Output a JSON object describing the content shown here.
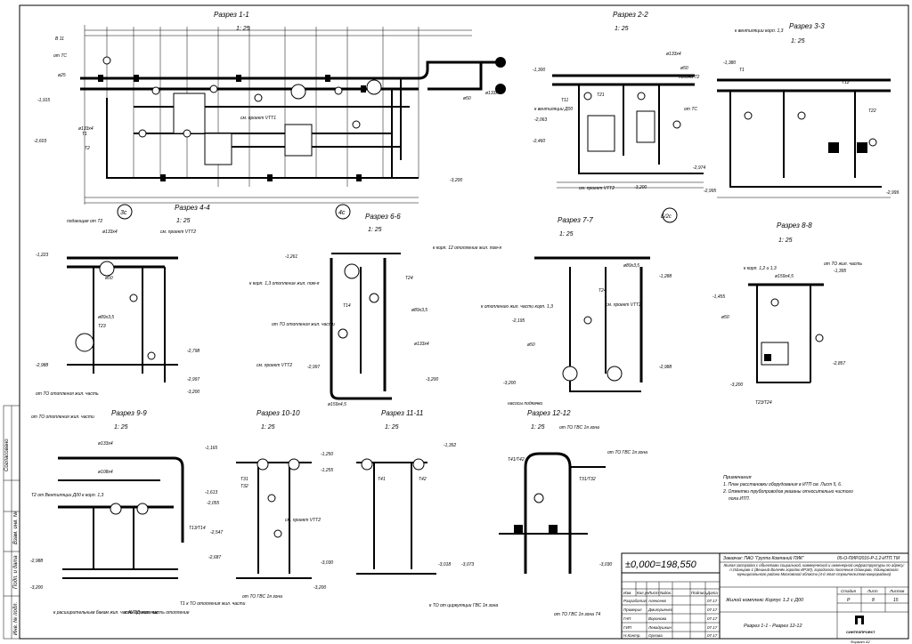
{
  "sections": {
    "s11": {
      "title": "Разрез 1-1",
      "scale": "1: 25"
    },
    "s22": {
      "title": "Разрез 2-2",
      "scale": "1: 25"
    },
    "s33": {
      "title": "Разрез 3-3",
      "scale": "1: 25"
    },
    "s44": {
      "title": "Разрез 4-4",
      "scale": "1: 25"
    },
    "s66": {
      "title": "Разрез 6-6",
      "scale": "1: 25"
    },
    "s77": {
      "title": "Разрез 7-7",
      "scale": "1: 25"
    },
    "s88": {
      "title": "Разрез 8-8",
      "scale": "1: 25"
    },
    "s99": {
      "title": "Разрез 9-9",
      "scale": "1: 25"
    },
    "s1010": {
      "title": "Разрез 10-10",
      "scale": "1: 25"
    },
    "s1111": {
      "title": "Разрез 11-11",
      "scale": "1: 25"
    },
    "s1212": {
      "title": "Разрез 12-12",
      "scale": "1: 25"
    }
  },
  "levels": {
    "s11_a": "-1,915",
    "s11_b": "-2,603",
    "s11_c": "-3,200",
    "s22_a": "-1,300",
    "s22_b": "-2,063",
    "s22_c": "-2,460",
    "s22_d": "-3,200",
    "s22_e": "-2,974",
    "s22_f": "-2,995",
    "s33_a": "-1,380",
    "s33_b": "-2,999",
    "s44_a": "-1,223",
    "s44_b": "-2,798",
    "s44_c": "-2,988",
    "s44_d": "-2,997",
    "s44_e": "-3,200",
    "s66_a": "-1,261",
    "s66_b": "-2,997",
    "s66_c": "-3,200",
    "s77_a": "-1,288",
    "s77_b": "-2,195",
    "s77_c": "-2,988",
    "s77_d": "-3,200",
    "s88_a": "-1,395",
    "s88_b": "-1,455",
    "s88_c": "-2,857",
    "s88_d": "-3,200",
    "s99_a": "-1,165",
    "s99_b": "-1,613",
    "s99_c": "-2,055",
    "s99_d": "-2,547",
    "s99_e": "-2,687",
    "s99_f": "-2,988",
    "s99_g": "-3,200",
    "s1010_a": "-1,250",
    "s1010_b": "-1,255",
    "s1010_c": "-3,030",
    "s1010_d": "-3,200",
    "s1111_a": "-1,352",
    "s1111_b": "-3,018",
    "s1111_c": "-3,073",
    "s1212_a": "-3,030"
  },
  "labels": {
    "s11_pipe1": "ø133x4",
    "s11_pipe2": "ø25",
    "s11_t1": "T1",
    "s11_t2": "T2",
    "s11_from": "от ТС",
    "s11_vtt": "см. проект VTT1",
    "s11_d50": "ø50",
    "s11_d133": "ø133x4",
    "s11_axis_a": "3с",
    "s11_axis_b": "4с",
    "s11_b11": "В 11",
    "s22_vent": "к вентиляции Д00",
    "s22_ot": "от ТС",
    "s22_vtt": "см. проект VTT2",
    "s22_axis": "Б/2с",
    "s22_t21": "Т21",
    "s22_t11": "Т11",
    "s22_d133": "ø133x4",
    "s22_d50": "ø50",
    "s22_podachа": "подача Т2",
    "s33_vent": "к вентиляции корп. 1,3",
    "s33_t1": "Т1",
    "s33_t12": "Т12",
    "s33_t22": "Т22",
    "s44_pod": "подающая от Т2",
    "s44_vtt": "см. проект VTT2",
    "s44_ot": "от ТО отопления жил. часть",
    "s44_t23": "Т23",
    "s44_d133": "ø133x4",
    "s44_d89": "ø89x3,5",
    "s44_d50": "ø50",
    "s66_k": "к корп. 12 отопление жил. пом-я",
    "s66_k13": "к корп. 1,3 отопление жил. пом-я",
    "s66_ot": "от ТО отопления жил. части",
    "s66_vtt": "см. проект VTT2",
    "s66_t14": "Т14",
    "s66_t24": "Т24",
    "s66_d159": "ø159x4,5",
    "s66_d89": "ø89x3,5",
    "s66_d133": "ø133x4",
    "s77_k": "к отоплению жил. части корп. 1,3",
    "s77_vtt": "см. проект VTT2",
    "s77_nas": "насосы подкачки",
    "s77_t24": "Т24",
    "s77_d89": "ø89x3,5",
    "s77_d50": "ø50",
    "s88_ot": "от ТО жил. часть",
    "s88_k": "к корп. 1,2 и 1,3",
    "s88_t": "Т23/Т24",
    "s88_d159": "ø159x4,5",
    "s88_d50": "ø50",
    "s99_ot": "от ТО отопления жил. части",
    "s99_t2": "Т2 от Вентиляции Д00 к корп. 1,3",
    "s99_k1": "к расширительным бакам жил. часть отопление",
    "s99_k2": "к АУПД жил. часть отопление",
    "s99_t1": "Т1 к ТО отопления жил. части",
    "s99_d133": "ø133x4",
    "s99_d108": "ø108x4",
    "s99_t13": "Т13/Т14",
    "s1010_gvs": "от ТО ГВС 1я зона",
    "s1010_vtt": "см. проект VTT2",
    "s1010_t31": "Т31",
    "s1010_t32": "Т32",
    "s1111_k": "к ТО от циркуляции ГВС 1я зона",
    "s1111_t41": "Т41",
    "s1111_t42": "Т42",
    "s1212_ot1": "от ТО ГВС 1я зона",
    "s1212_ot2": "от ТО ГВС 1я зона",
    "s1212_ot3": "от ТО ГВС 1я зона Т4",
    "s1212_t": "Т41/Т42",
    "s1212_t2": "Т31/Т32"
  },
  "notes": {
    "heading": "Примечания",
    "n1": "1. План расстановки оборудования в ИТП см. Лист 5, 6.",
    "n2": "2. Отметки трубопроводов указаны относительно чистого",
    "n3": "пола ИТП."
  },
  "zero_mark": "±0,000=198,550",
  "stamp": {
    "customer": "Заказчик: ПАО \"Группа Компаний ПИК\"",
    "code": "05-О-ПИР/2016-Р-1.2-ИТП.ТМ",
    "object": "Жилая застройка с объектами социальной, коммерческой и инженерной инфраструктуры по адресу: п.Одинцово-1 (Вешний Волочёк городок ИРЭЛ), городского поселения Одинцово, Одинцовского муниципального района Московской области (4-й этап строительства микрорайона)",
    "building": "Жилой комплекс Корпус 1.2 с Д00",
    "sheet_title": "Разрез 1-1 - Разрез 12-12",
    "stage_h": "Стадия",
    "sheet_h": "Лист",
    "sheets_h": "Листов",
    "stage": "Р",
    "sheet": "8",
    "sheets": "15",
    "cols": [
      "Изм.",
      "Кол.уч",
      "Лист",
      "№док.",
      "Подпись",
      "Дата"
    ],
    "roles": [
      {
        "role": "Разработал",
        "name": "Алексеев",
        "date": "07.17"
      },
      {
        "role": "Проверил",
        "name": "Дмитриенко",
        "date": "07.17"
      },
      {
        "role": "ГАП",
        "name": "Воронова",
        "date": "07.17"
      },
      {
        "role": "ГИП",
        "name": "Левадушкин",
        "date": "07.17"
      },
      {
        "role": "Н.Контр.",
        "name": "Орлова",
        "date": "07.17"
      }
    ],
    "company": "СИНТЕЗПРОЕКТ",
    "format": "Формат А2"
  },
  "side": {
    "soglas": "Согласовано",
    "inv1": "Взам. инв. №",
    "podp": "Подп. и дата",
    "inv2": "Инв. № подл."
  }
}
